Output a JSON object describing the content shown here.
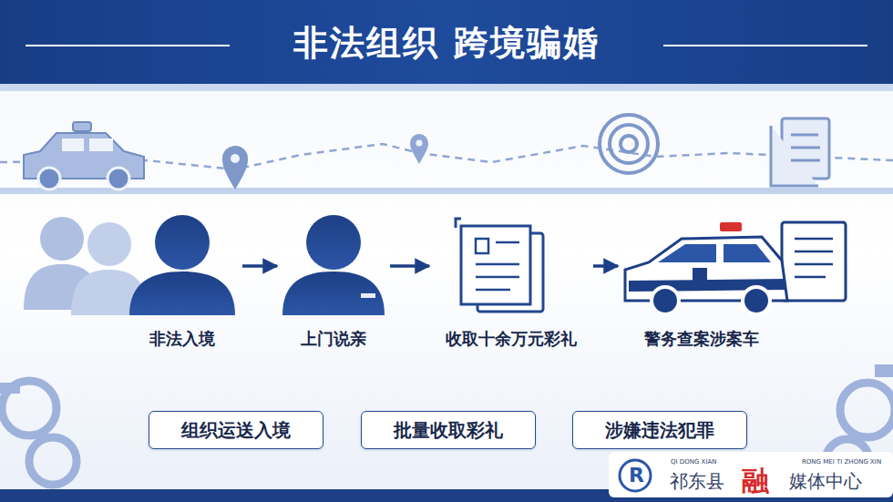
{
  "diagram": {
    "title": "非法组织 跨境骗婚",
    "nodes": [
      {
        "text": [
          "非法入境"
        ]
      },
      {
        "text": [
          "上门说亲"
        ]
      },
      {
        "text": [
          "收取十余万元彩礼"
        ]
      },
      {
        "text": [
          "警务查案涉案车"
        ]
      },
      {
        "text": [
          "组织运送入境"
        ]
      },
      {
        "text": [
          "批量收取彩礼"
        ]
      },
      {
        "text": [
          "涉嫌违法犯罪"
        ]
      }
    ],
    "edges": [
      {
        "from": 0,
        "to": 1,
        "arrow": "to"
      },
      {
        "from": 1,
        "to": 2,
        "arrow": "to"
      },
      {
        "from": 2,
        "to": 3,
        "arrow": "to"
      }
    ],
    "labels": [
      "R",
      "QI DONG XIAN",
      "RONG MEI TI ZHONG XIN",
      "祁东县",
      "融",
      "媒体中心"
    ]
  }
}
